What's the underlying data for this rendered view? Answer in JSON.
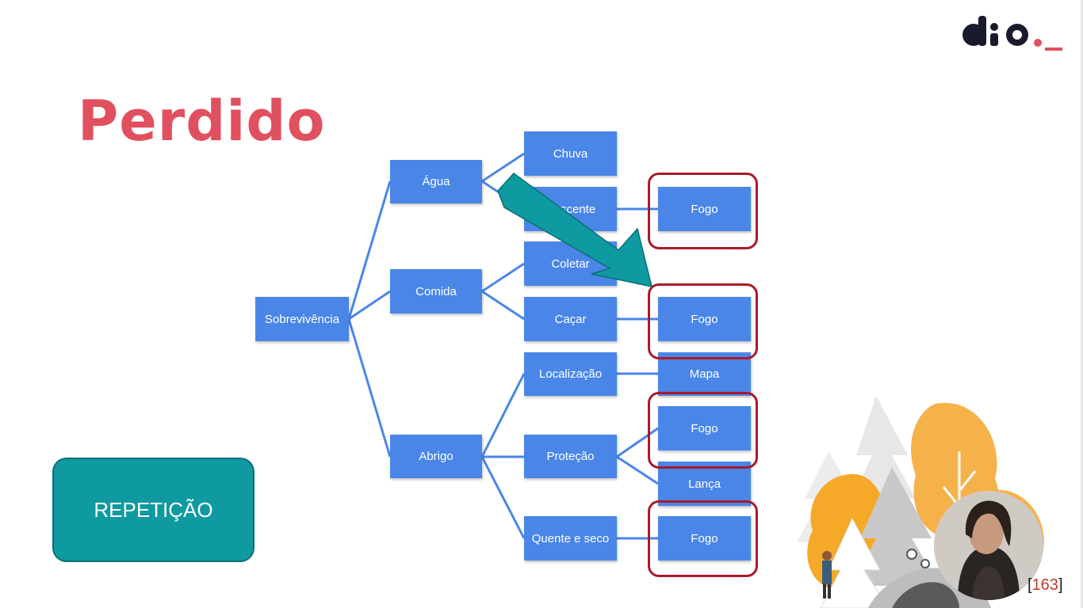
{
  "slide": {
    "title": "Perdido",
    "callout_label": "REPETIÇÃO",
    "slide_number_open": "[",
    "slide_number": "163",
    "slide_number_close": "]"
  },
  "brand": {
    "logo_text": "dio._",
    "accent": "#e0505f"
  },
  "colors": {
    "node": "#4a86e8",
    "highlight": "#a81a28",
    "arrow": "#0e9aa0",
    "title": "#e0505f"
  },
  "tree": {
    "root": "Sobrevivência",
    "level1": [
      "Água",
      "Comida",
      "Abrigo"
    ],
    "level2": [
      "Chuva",
      "Nascente",
      "Coletar",
      "Caçar",
      "Localização",
      "Proteção",
      "Quente e seco"
    ],
    "level3": [
      "Fogo",
      "Fogo",
      "Mapa",
      "Fogo",
      "Lança",
      "Fogo"
    ]
  }
}
